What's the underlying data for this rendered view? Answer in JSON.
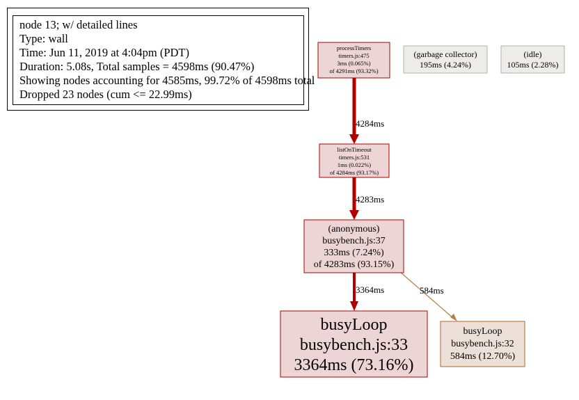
{
  "legend": {
    "lines": [
      "node 13; w/ detailed lines",
      "Type: wall",
      "Time: Jun 11, 2019 at 4:04pm (PDT)",
      "Duration: 5.08s, Total samples = 4598ms (90.47%)",
      "Showing nodes accounting for 4585ms, 99.72% of 4598ms total",
      "Dropped 23 nodes (cum <= 22.99ms)"
    ]
  },
  "nodes": {
    "processTimers": {
      "lines": [
        "processTimers",
        "timers.js:475",
        "3ms (0.065%)",
        "of 4291ms (93.32%)"
      ]
    },
    "gc": {
      "lines": [
        "(garbage collector)",
        "195ms (4.24%)"
      ]
    },
    "idle": {
      "lines": [
        "(idle)",
        "105ms (2.28%)"
      ]
    },
    "listOnTimeout": {
      "lines": [
        "listOnTimeout",
        "timers.js:531",
        "1ms (0.022%)",
        "of 4284ms (93.17%)"
      ]
    },
    "anonymous": {
      "lines": [
        "(anonymous)",
        "busybench.js:37",
        "333ms (7.24%)",
        "of 4283ms (93.15%)"
      ]
    },
    "busyLoop33": {
      "lines": [
        "busyLoop",
        "busybench.js:33",
        "3364ms (73.16%)"
      ]
    },
    "busyLoop32": {
      "lines": [
        "busyLoop",
        "busybench.js:32",
        "584ms (12.70%)"
      ]
    }
  },
  "edges": {
    "e1": "4284ms",
    "e2": "4283ms",
    "e3": "3364ms",
    "e4": "584ms"
  },
  "colors": {
    "hot_fill": "#edd5d5",
    "hot_stroke": "#b20000",
    "warm_fill": "#ede0d8",
    "warm_stroke": "#b2662d",
    "neutral_fill": "#edecea",
    "neutral_stroke": "#b2b0aa",
    "edge_hot": "#b20000",
    "edge_warm": "#b27e4a"
  }
}
